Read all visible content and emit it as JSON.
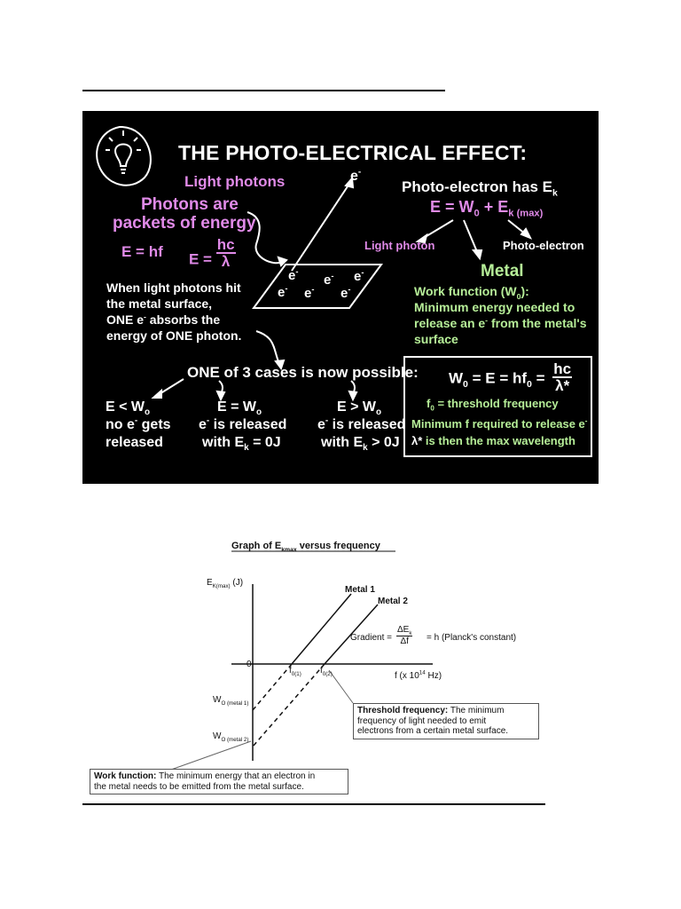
{
  "slide": {
    "title": "THE PHOTO-ELECTRICAL EFFECT:",
    "light_photons": "Light photons",
    "photons_are_line1": "Photons are",
    "photons_are_line2": "packets of energy",
    "eq_hf": "E = hf",
    "eq_E_prefix": "E =",
    "hc_num": "hc",
    "hc_den": "λ",
    "electron": "e",
    "electron_sup": "-",
    "photo_electron_has": "Photo-electron has E",
    "photo_electron_has_sub": "k",
    "energy_eq": {
      "a": "E = W",
      "a_sub": "0",
      "b": " + E",
      "b_sub": "k (max)"
    },
    "light_photon": "Light photon",
    "photo_electron": "Photo-electron",
    "metal": "Metal",
    "when_light": [
      "When light photons hit",
      "the metal surface,",
      "ONE e",
      " absorbs the",
      "energy of ONE photon."
    ],
    "work_function_title": "Work function (W",
    "work_function_title_sub": "0",
    "work_function_title_end": "):",
    "work_function_lines": [
      "Minimum energy needed to",
      "release an e",
      " from the metal's",
      "surface"
    ],
    "cases_title": "ONE of 3 cases is now possible:",
    "case1": {
      "l1": "E < W",
      "l1_sub": "o",
      "l2a": "no e",
      "l2b": " gets",
      "l3": "released"
    },
    "case2": {
      "l1": "E = W",
      "l1_sub": "o",
      "l2a": "e",
      "l2b": " is released",
      "l3a": "with E",
      "l3_sub": "k",
      "l3b": " = 0J"
    },
    "case3": {
      "l1": "E > W",
      "l1_sub": "o",
      "l2a": "e",
      "l2b": " is released",
      "l3a": "with E",
      "l3_sub": "k",
      "l3b": " > 0J"
    },
    "threshold_box": {
      "eq_a": "W",
      "eq_a_sub": "0",
      "eq_b": " = E = hf",
      "eq_b_sub": "0",
      "eq_c": " =",
      "frac_num": "hc",
      "frac_den": "λ*",
      "f0_a": "f",
      "f0_sub": "0",
      "f0_b": " = threshold frequency",
      "min_f": "Minimum f required to release e",
      "min_f_sup": "-",
      "lambda_star": "λ*",
      "lambda_rest": " is then the max wavelength"
    },
    "colors": {
      "board": "#000000",
      "white": "#ffffff",
      "pink": "#e08ae8",
      "green": "#b6ee98"
    }
  },
  "graph": {
    "title_a": "Graph of E",
    "title_sub": "kmax",
    "title_b": " versus frequency",
    "y_label_a": "E",
    "y_label_sub": "K(max)",
    "y_label_b": " (J)",
    "x_label": "f (x 10",
    "x_label_sup": "14",
    "x_label_end": " Hz)",
    "zero": "0",
    "metal1": "Metal 1",
    "metal2": "Metal 2",
    "gradient_a": "Gradient =",
    "gradient_num": "ΔE",
    "gradient_num_sub": "k",
    "gradient_den": "Δf",
    "gradient_b": "= h (Planck's constant)",
    "f01": "f",
    "f01_sub": "0(1)",
    "f02": "f",
    "f02_sub": "0(2)",
    "wo1": "W",
    "wo1_sub": "O (metal 1)",
    "wo2": "W",
    "wo2_sub": "O (metal 2)",
    "threshold_bold": "Threshold frequency:",
    "threshold_text1": " The minimum",
    "threshold_text2": "frequency of light needed to emit",
    "threshold_text3": "electrons from a certain metal surface.",
    "work_bold": "Work function:",
    "work_text1": " The minimum energy that an electron in",
    "work_text2": "the metal needs to be emitted from the metal surface."
  }
}
